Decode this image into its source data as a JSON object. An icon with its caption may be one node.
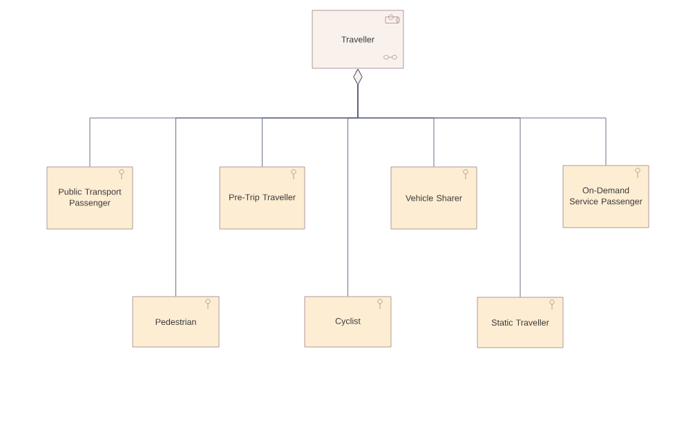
{
  "diagram": {
    "nodes": [
      {
        "text": [
          "Traveller"
        ]
      },
      {
        "text": [
          "Public Transport Passenger"
        ]
      },
      {
        "text": [
          "Pedestrian"
        ]
      },
      {
        "text": [
          "Pre-Trip Traveller"
        ]
      },
      {
        "text": [
          "Cyclist"
        ]
      },
      {
        "text": [
          "Vehicle Sharer"
        ]
      },
      {
        "text": [
          "Static Traveller"
        ]
      },
      {
        "text": [
          "On-Demand Service Passenger"
        ]
      }
    ],
    "edges": [
      {
        "from": 1,
        "to": 0,
        "arrow": "other"
      },
      {
        "from": 2,
        "to": 0,
        "arrow": "other"
      },
      {
        "from": 3,
        "to": 0,
        "arrow": "other"
      },
      {
        "from": 4,
        "to": 0,
        "arrow": "other"
      },
      {
        "from": 5,
        "to": 0,
        "arrow": "other"
      },
      {
        "from": 6,
        "to": 0,
        "arrow": "other"
      },
      {
        "from": 7,
        "to": 0,
        "arrow": "other"
      }
    ]
  }
}
